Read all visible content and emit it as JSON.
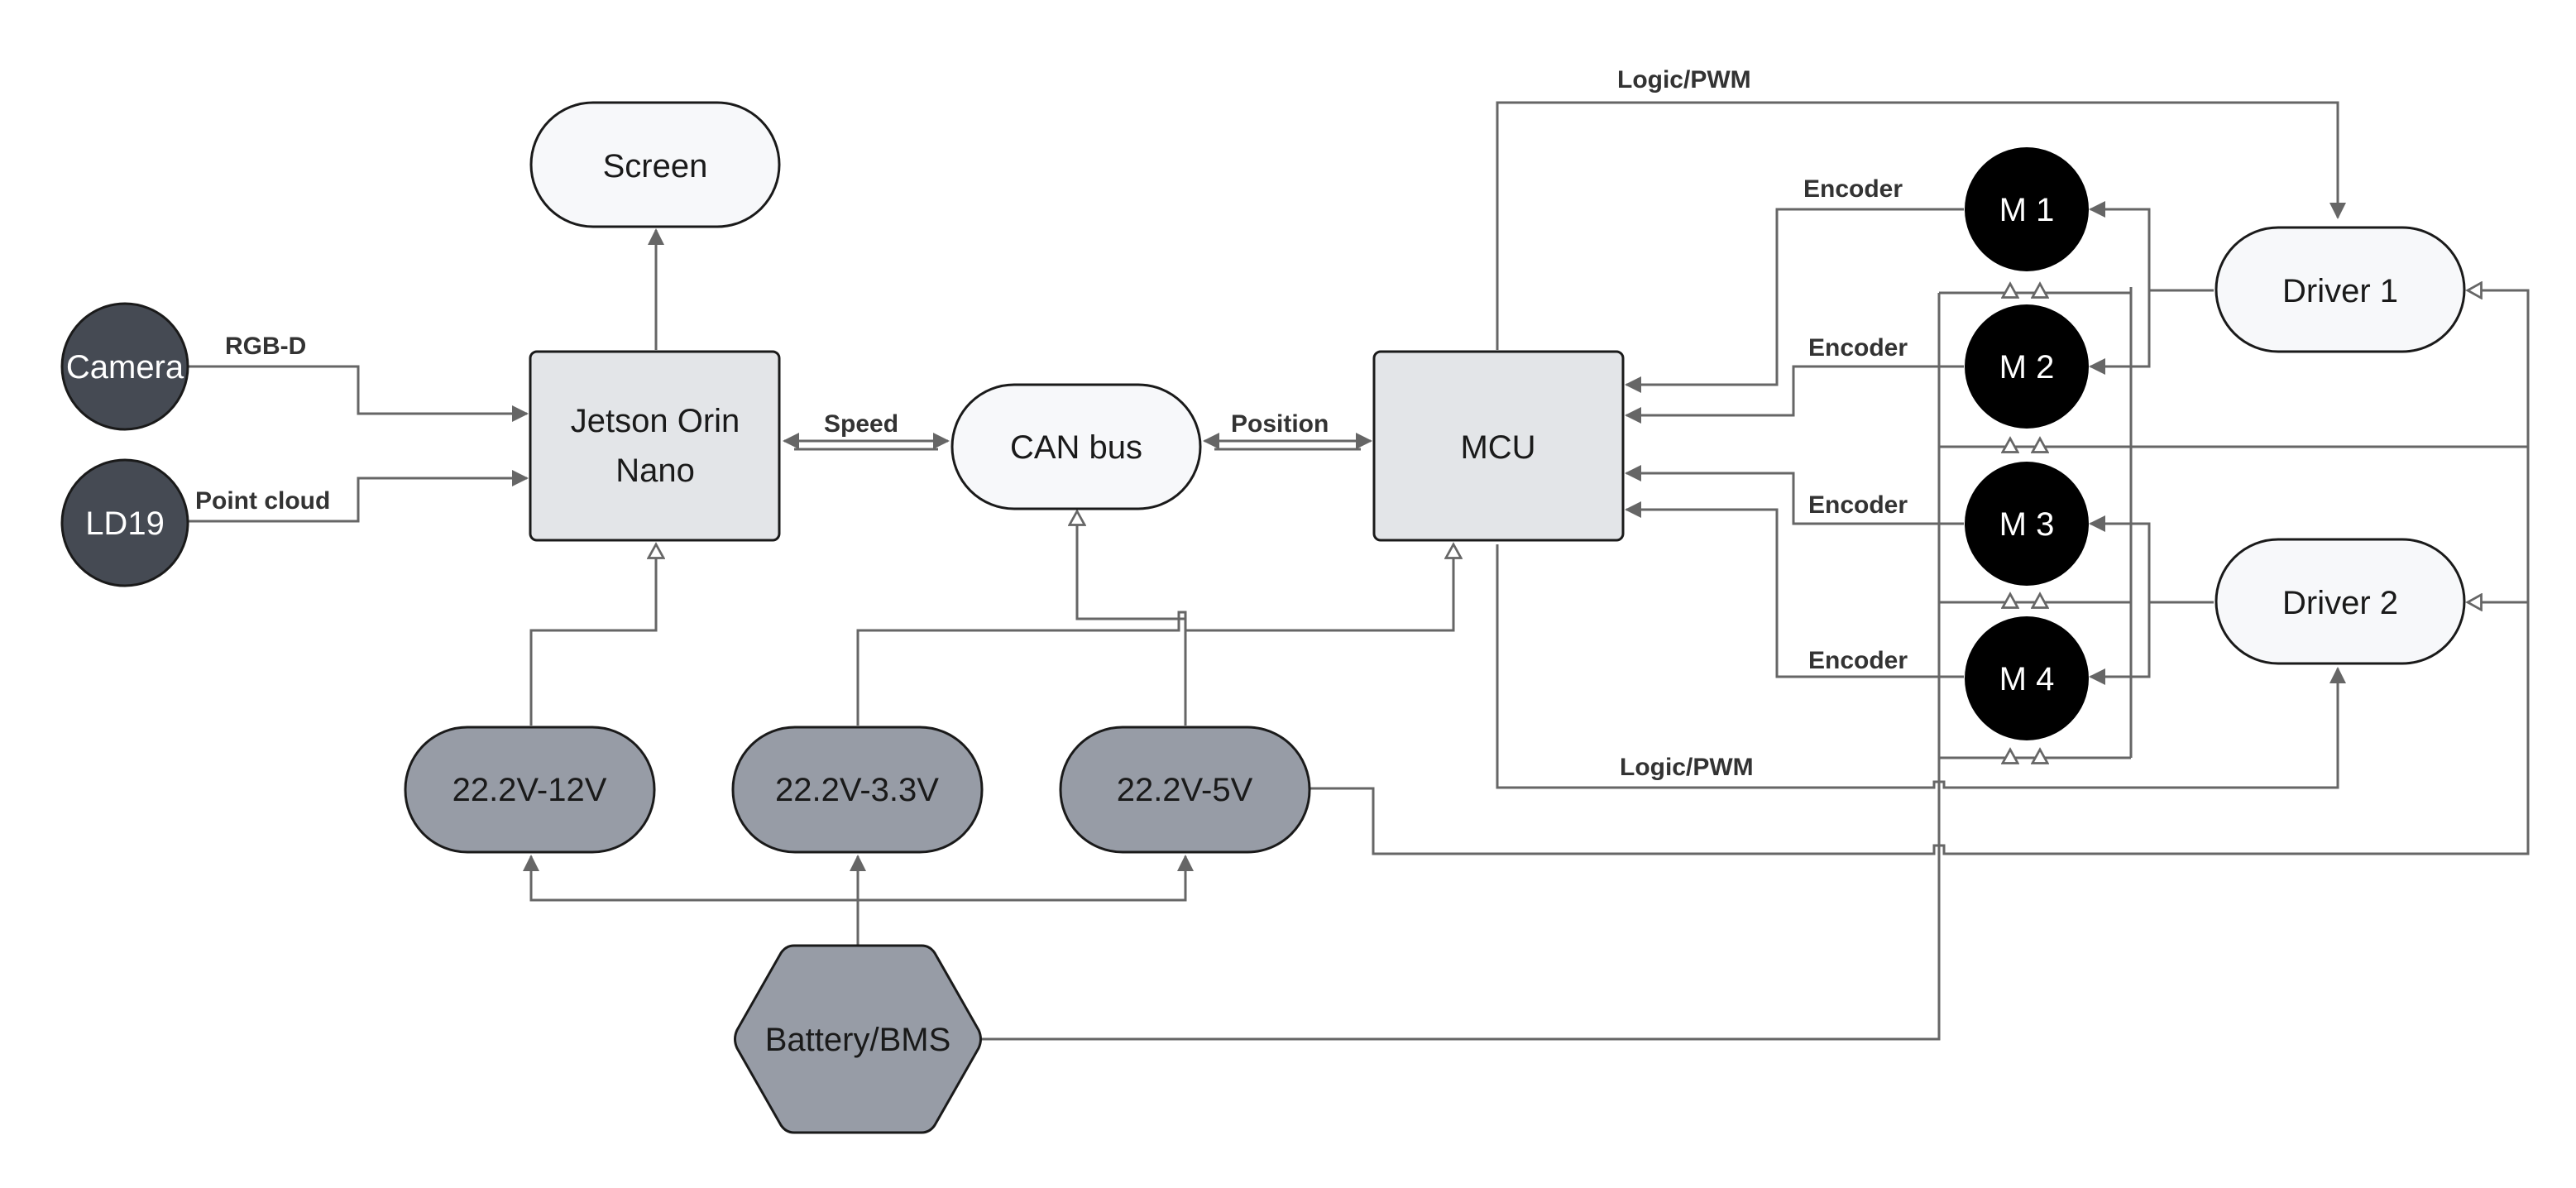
{
  "nodes": {
    "screen": "Screen",
    "camera": "Camera",
    "ld19": "LD19",
    "jetson_line1": "Jetson Orin",
    "jetson_line2": "Nano",
    "can_bus": "CAN bus",
    "mcu": "MCU",
    "m1": "M 1",
    "m2": "M 2",
    "m3": "M 3",
    "m4": "M 4",
    "driver1": "Driver 1",
    "driver2": "Driver 2",
    "reg_12v": "22.2V-12V",
    "reg_33v": "22.2V-3.3V",
    "reg_5v": "22.2V-5V",
    "battery": "Battery/BMS"
  },
  "labels": {
    "rgbd": "RGB-D",
    "point_cloud": "Point cloud",
    "speed": "Speed",
    "position": "Position",
    "logic_pwm_top": "Logic/PWM",
    "logic_pwm_bottom": "Logic/PWM",
    "encoder1": "Encoder",
    "encoder2": "Encoder",
    "encoder3": "Encoder",
    "encoder4": "Encoder"
  },
  "colors": {
    "light_node": "#f7f8fa",
    "box_node": "#e3e5e8",
    "dark_node": "#454a53",
    "regulator": "#979ca6",
    "motor": "#000000",
    "wire": "#666666"
  }
}
